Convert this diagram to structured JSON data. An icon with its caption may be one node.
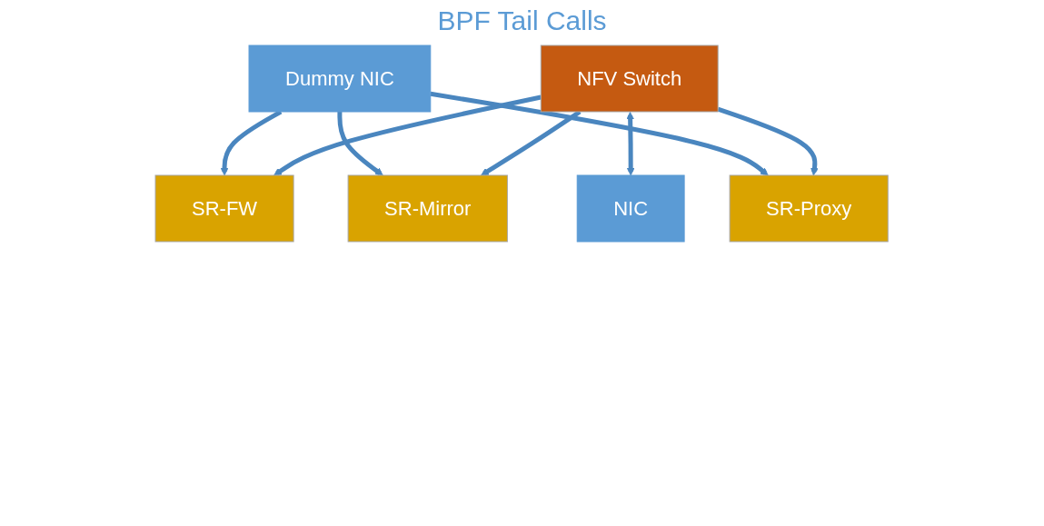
{
  "diagram": {
    "title": "BPF Tail Calls",
    "nodes": [
      {
        "text": [
          "NFV Switch"
        ]
      },
      {
        "text": [
          "SR-FW"
        ]
      },
      {
        "text": [
          "SR-Mirror"
        ]
      },
      {
        "text": [
          "SR-Proxy"
        ]
      },
      {
        "text": [
          "NIC"
        ]
      },
      {
        "text": [
          "Dummy NIC"
        ]
      }
    ],
    "edges": [
      {
        "from": 0,
        "to": 1,
        "arrow": "to"
      },
      {
        "from": 0,
        "to": 2,
        "arrow": "to"
      },
      {
        "from": 0,
        "to": 3,
        "arrow": "to"
      },
      {
        "from": 0,
        "to": 4,
        "arrow": "both"
      },
      {
        "from": 5,
        "to": 1,
        "arrow": "to"
      },
      {
        "from": 5,
        "to": 2,
        "arrow": "to"
      },
      {
        "from": 5,
        "to": 3,
        "arrow": "to"
      }
    ]
  }
}
